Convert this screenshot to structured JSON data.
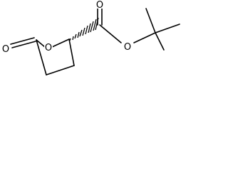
{
  "molecule": {
    "atoms": {
      "ketone_oxygen": "O",
      "ring_oxygen": "O",
      "carbonyl_oxygen": "O",
      "ester_oxygen": "O"
    },
    "colors": {
      "bond": "#000000",
      "background": "#ffffff"
    }
  }
}
